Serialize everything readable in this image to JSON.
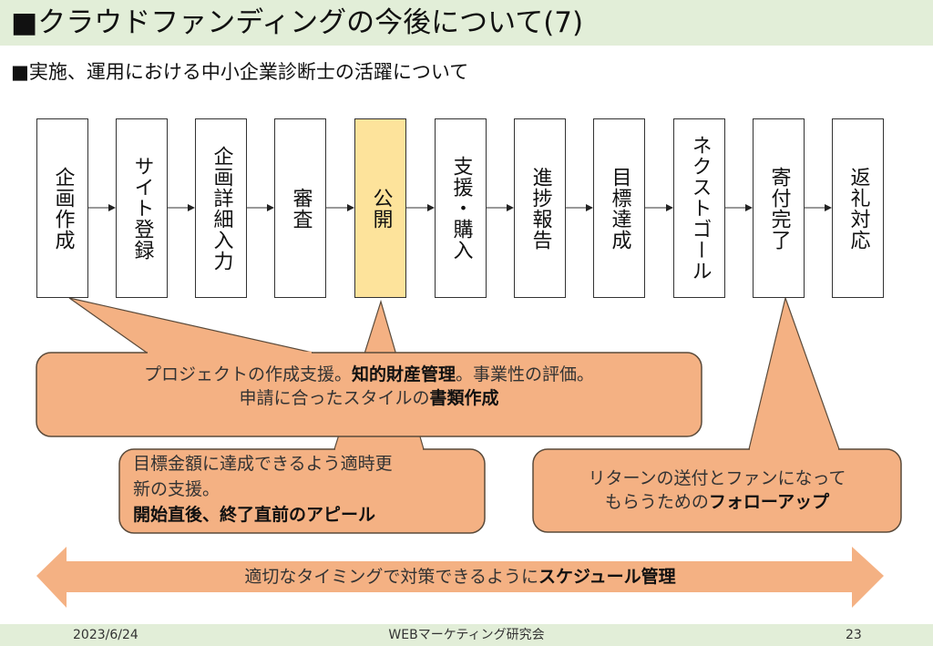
{
  "header": {
    "title": "■クラウドファンディングの今後について(7)",
    "subtitle": "■実施、運用における中小企業診断士の活躍について"
  },
  "flow": {
    "active_step": "公開",
    "steps": [
      {
        "label": "企画作成"
      },
      {
        "label": "サイト登録"
      },
      {
        "label": "企画詳細入力"
      },
      {
        "label": "審査"
      },
      {
        "label": "公開"
      },
      {
        "label": "支援・購入"
      },
      {
        "label": "進捗報告"
      },
      {
        "label": "目標達成"
      },
      {
        "label": "ネクストゴール"
      },
      {
        "label": "寄付完了"
      },
      {
        "label": "返礼対応"
      }
    ]
  },
  "callouts": {
    "planning": {
      "line1_pre": "プロジェクトの作成支援。",
      "line1_bold": "知的財産管理",
      "line1_post": "。事業性の評価。",
      "line2_pre": "申請に合ったスタイルの",
      "line2_bold": "書類作成"
    },
    "publish": {
      "line1": "目標金額に達成できるよう適時更",
      "line2": "新の支援。",
      "line3_bold": "開始直後、終了直前のアピール"
    },
    "donation": {
      "line1": "リターンの送付とファンになって",
      "line2_pre": "もらうための",
      "line2_bold": "フォローアップ"
    }
  },
  "schedule_arrow": {
    "text_pre": "適切なタイミングで対策できるように",
    "text_bold": "スケジュール管理"
  },
  "footer": {
    "date": "2023/6/24",
    "organization": "WEBマーケティング研究会",
    "page_number": "23"
  },
  "colors": {
    "header_bg": "#e2eed8",
    "callout_fill": "#f4b183",
    "highlight_step": "#fde39b"
  }
}
